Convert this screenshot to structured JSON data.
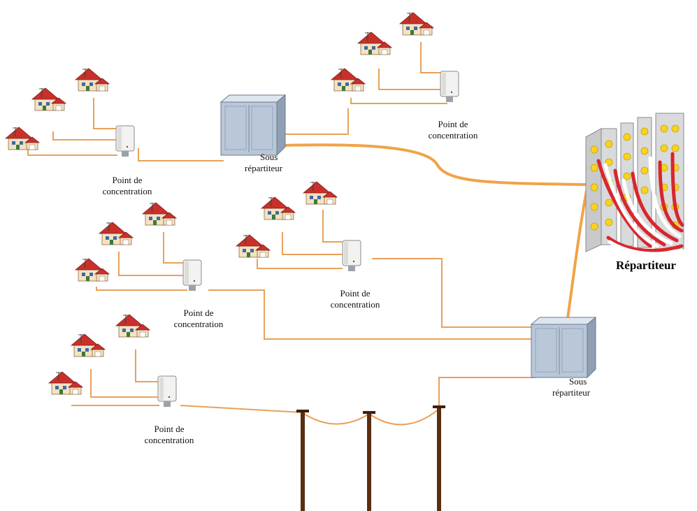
{
  "labels": {
    "pc1_a": "Point de",
    "pc1_b": "concentration",
    "pc2_a": "Point de",
    "pc2_b": "concentration",
    "pc3_a": "Point de",
    "pc3_b": "concentration",
    "pc4_a": "Point de",
    "pc4_b": "concentration",
    "pc5_a": "Point de",
    "pc5_b": "concentration",
    "sr1_a": "Sous",
    "sr1_b": "répartiteur",
    "sr2_a": "Sous",
    "sr2_b": "répartiteur",
    "main": "Répartiteur"
  },
  "colors": {
    "cable": "#e8a15a",
    "trunk": "#f0a347",
    "pole": "#5a2e12",
    "roof": "#c9302c",
    "wall": "#f4e2c0",
    "cabinet": "#b9c7d9",
    "frame": "#d9dadc",
    "connector": "#f7d320"
  },
  "icons": {
    "house": "house-icon",
    "concentration_point": "concentration-box-icon",
    "sub_distributor": "cabinet-icon",
    "distributor": "distribution-frame-icon",
    "pole": "pole-icon"
  }
}
